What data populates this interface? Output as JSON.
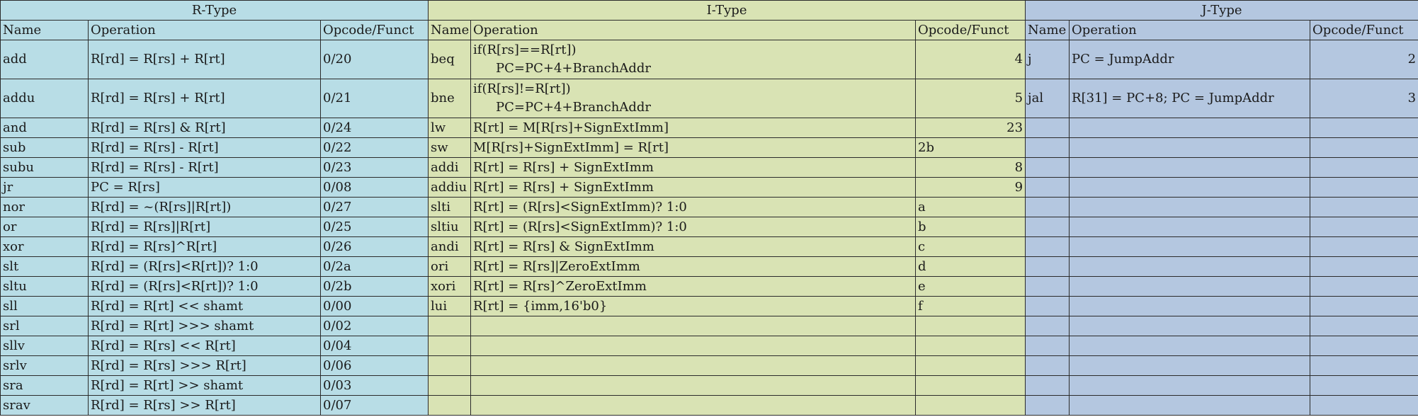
{
  "headers": {
    "r_type": "R-Type",
    "i_type": "I-Type",
    "j_type": "J-Type"
  },
  "col_labels": {
    "name": "Name",
    "operation": "Operation",
    "opcode_funct": "Opcode/Funct"
  },
  "colors": {
    "r_type_bg": "#b8dde6",
    "i_type_bg": "#d9e3b4",
    "j_type_bg": "#b4c7e0"
  },
  "rows": [
    {
      "r": {
        "name": "add",
        "op": "R[rd] = R[rs] + R[rt]",
        "code": "0/20"
      },
      "i": {
        "name": "beq",
        "op1": "if(R[rs]==R[rt])",
        "op2": "PC=PC+4+BranchAddr",
        "code": "4"
      },
      "j": {
        "name": "j",
        "op": "PC = JumpAddr",
        "code": "2"
      }
    },
    {
      "r": {
        "name": "addu",
        "op": "R[rd] = R[rs] + R[rt]",
        "code": "0/21"
      },
      "i": {
        "name": "bne",
        "op1": "if(R[rs]!=R[rt])",
        "op2": "PC=PC+4+BranchAddr",
        "code": "5"
      },
      "j": {
        "name": "jal",
        "op": "R[31] = PC+8; PC = JumpAddr",
        "code": "3"
      }
    },
    {
      "r": {
        "name": "and",
        "op": "R[rd] = R[rs] & R[rt]",
        "code": "0/24"
      },
      "i": {
        "name": "lw",
        "op": "R[rt] = M[R[rs]+SignExtImm]",
        "code": "23"
      }
    },
    {
      "r": {
        "name": "sub",
        "op": "R[rd] = R[rs] - R[rt]",
        "code": "0/22"
      },
      "i": {
        "name": "sw",
        "op": "M[R[rs]+SignExtImm] = R[rt]",
        "code": "2b"
      }
    },
    {
      "r": {
        "name": "subu",
        "op": "R[rd] = R[rs] - R[rt]",
        "code": "0/23"
      },
      "i": {
        "name": "addi",
        "op": "R[rt] = R[rs] + SignExtImm",
        "code": "8"
      }
    },
    {
      "r": {
        "name": "jr",
        "op": "PC = R[rs]",
        "code": "0/08"
      },
      "i": {
        "name": "addiu",
        "op": "R[rt] = R[rs] + SignExtImm",
        "code": "9"
      }
    },
    {
      "r": {
        "name": "nor",
        "op": "R[rd] = ~(R[rs]|R[rt])",
        "code": "0/27"
      },
      "i": {
        "name": "slti",
        "op": "R[rt] = (R[rs]<SignExtImm)? 1:0",
        "code": "a"
      }
    },
    {
      "r": {
        "name": "or",
        "op": "R[rd] = R[rs]|R[rt]",
        "code": "0/25"
      },
      "i": {
        "name": "sltiu",
        "op": "R[rt] = (R[rs]<SignExtImm)? 1:0",
        "code": "b"
      }
    },
    {
      "r": {
        "name": "xor",
        "op": "R[rd] = R[rs]^R[rt]",
        "code": "0/26"
      },
      "i": {
        "name": "andi",
        "op": "R[rt] = R[rs] & SignExtImm",
        "code": "c"
      }
    },
    {
      "r": {
        "name": "slt",
        "op": "R[rd] = (R[rs]<R[rt])? 1:0",
        "code": "0/2a"
      },
      "i": {
        "name": "ori",
        "op": "R[rt] = R[rs]|ZeroExtImm",
        "code": "d"
      }
    },
    {
      "r": {
        "name": "sltu",
        "op": "R[rd] = (R[rs]<R[rt])? 1:0",
        "code": "0/2b"
      },
      "i": {
        "name": "xori",
        "op": "R[rt] = R[rs]^ZeroExtImm",
        "code": "e"
      }
    },
    {
      "r": {
        "name": "sll",
        "op": "R[rd] = R[rt] << shamt",
        "code": "0/00"
      },
      "i": {
        "name": "lui",
        "op": "R[rt] = {imm,16'b0}",
        "code": "f"
      }
    },
    {
      "r": {
        "name": "srl",
        "op": "R[rd] = R[rt] >>> shamt",
        "code": "0/02"
      }
    },
    {
      "r": {
        "name": "sllv",
        "op": "R[rd] = R[rs] << R[rt]",
        "code": "0/04"
      }
    },
    {
      "r": {
        "name": "srlv",
        "op": "R[rd] = R[rs] >>> R[rt]",
        "code": "0/06"
      }
    },
    {
      "r": {
        "name": "sra",
        "op": "R[rd] = R[rt] >> shamt",
        "code": "0/03"
      }
    },
    {
      "r": {
        "name": "srav",
        "op": "R[rd] = R[rs] >> R[rt]",
        "code": "0/07"
      }
    }
  ]
}
